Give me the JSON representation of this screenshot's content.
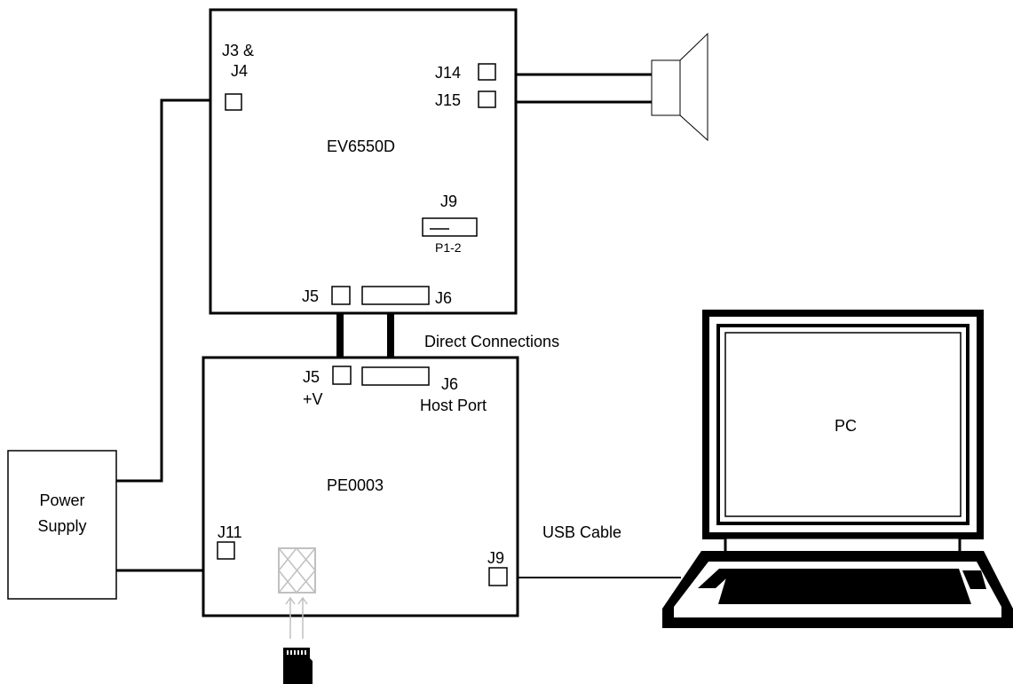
{
  "boards": {
    "ev6550d": {
      "name": "EV6550D",
      "j3j4_line1": "J3 &",
      "j3j4_line2": "J4",
      "j14": "J14",
      "j15": "J15",
      "j9": "J9",
      "j9_jumper": "P1-2",
      "j5": "J5",
      "j6": "J6"
    },
    "pe0003": {
      "name": "PE0003",
      "j5": "J5",
      "j5_sub": "+V",
      "j6": "J6",
      "j6_sub": "Host Port",
      "j11": "J11",
      "j9": "J9"
    }
  },
  "power_supply": {
    "line1": "Power",
    "line2": "Supply"
  },
  "pc": {
    "label": "PC"
  },
  "connections": {
    "direct": "Direct Connections",
    "usb": "USB Cable"
  },
  "colors": {
    "stroke": "#000000",
    "background": "#ffffff",
    "sd_slot": "#c0c0c0"
  },
  "icons": {
    "speaker": "speaker-icon",
    "laptop": "laptop-icon",
    "sd_card": "sd-card-icon"
  }
}
